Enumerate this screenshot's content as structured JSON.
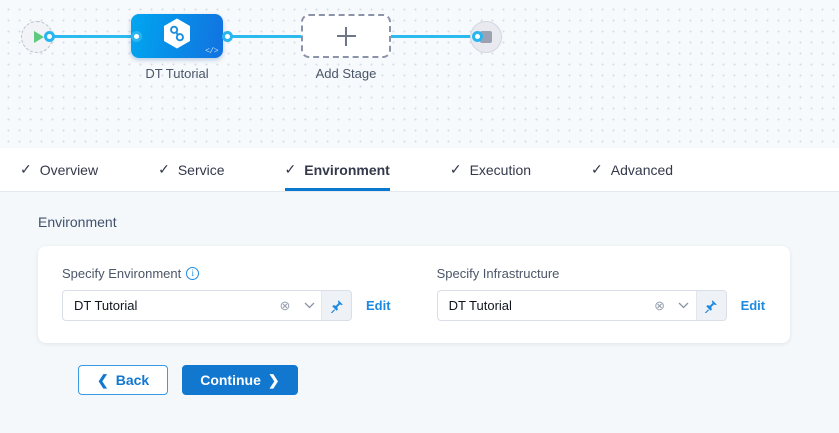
{
  "canvas": {
    "start_node": {
      "icon": "play-icon"
    },
    "end_node": {
      "icon": "stop-icon"
    },
    "stage": {
      "label": "DT Tutorial",
      "icon": "hexagon-infinity-icon",
      "badge": "</>"
    },
    "add_stage": {
      "label": "Add Stage",
      "icon": "plus-icon"
    }
  },
  "tabs": [
    {
      "label": "Overview",
      "check": "✓",
      "active": false
    },
    {
      "label": "Service",
      "check": "✓",
      "active": false
    },
    {
      "label": "Environment",
      "check": "✓",
      "active": true
    },
    {
      "label": "Execution",
      "check": "✓",
      "active": false
    },
    {
      "label": "Advanced",
      "check": "✓",
      "active": false
    }
  ],
  "section": {
    "title": "Environment",
    "fields": [
      {
        "label": "Specify Environment",
        "has_info_icon": true,
        "value": "DT Tutorial",
        "clear_icon": "⊗",
        "chevron_icon": "⌄",
        "pin_icon": "pin-icon",
        "edit_label": "Edit"
      },
      {
        "label": "Specify Infrastructure",
        "has_info_icon": false,
        "value": "DT Tutorial",
        "clear_icon": "⊗",
        "chevron_icon": "⌄",
        "pin_icon": "pin-icon",
        "edit_label": "Edit"
      }
    ]
  },
  "footer": {
    "back_label": "Back",
    "back_chevron": "❮",
    "continue_label": "Continue",
    "continue_chevron": "❯"
  },
  "colors": {
    "accent_blue": "#1277cf",
    "edge_blue": "#2cb9ee",
    "play_green": "#5fc97f",
    "canvas_bg": "#f7fafc",
    "section_bg": "#f4f8fb"
  }
}
